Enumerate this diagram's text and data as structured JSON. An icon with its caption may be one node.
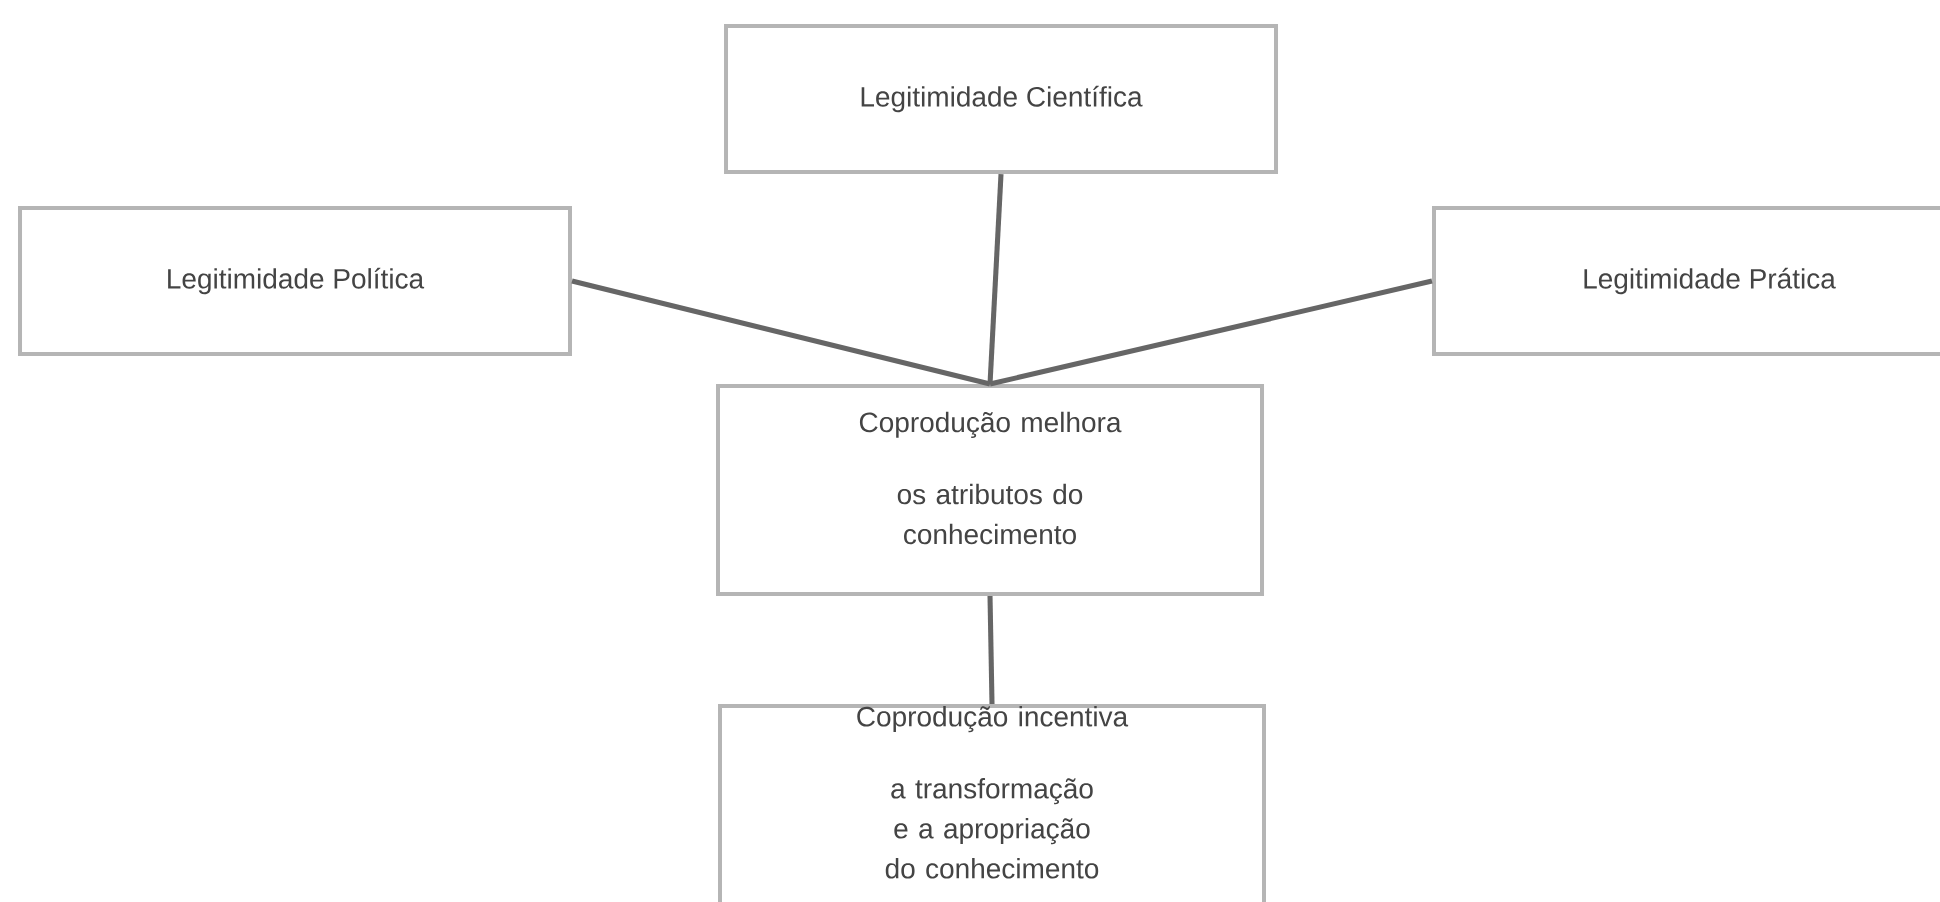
{
  "diagram": {
    "nodes": [
      {
        "text": [
          "Legitimidade Científica"
        ]
      },
      {
        "text": [
          "Legitimidade Política"
        ]
      },
      {
        "text": [
          "Legitimidade Prática"
        ]
      },
      {
        "text": [
          "Coprodução melhora os atributos do conhecimento"
        ]
      },
      {
        "text": [
          "Coprodução incentiva a transformação e a apropriação do conhecimento"
        ]
      }
    ],
    "edges": [
      {
        "from": 0,
        "to": 3,
        "arrow": "none"
      },
      {
        "from": 1,
        "to": 3,
        "arrow": "none"
      },
      {
        "from": 2,
        "to": 3,
        "arrow": "none"
      },
      {
        "from": 3,
        "to": 4,
        "arrow": "none"
      }
    ]
  }
}
